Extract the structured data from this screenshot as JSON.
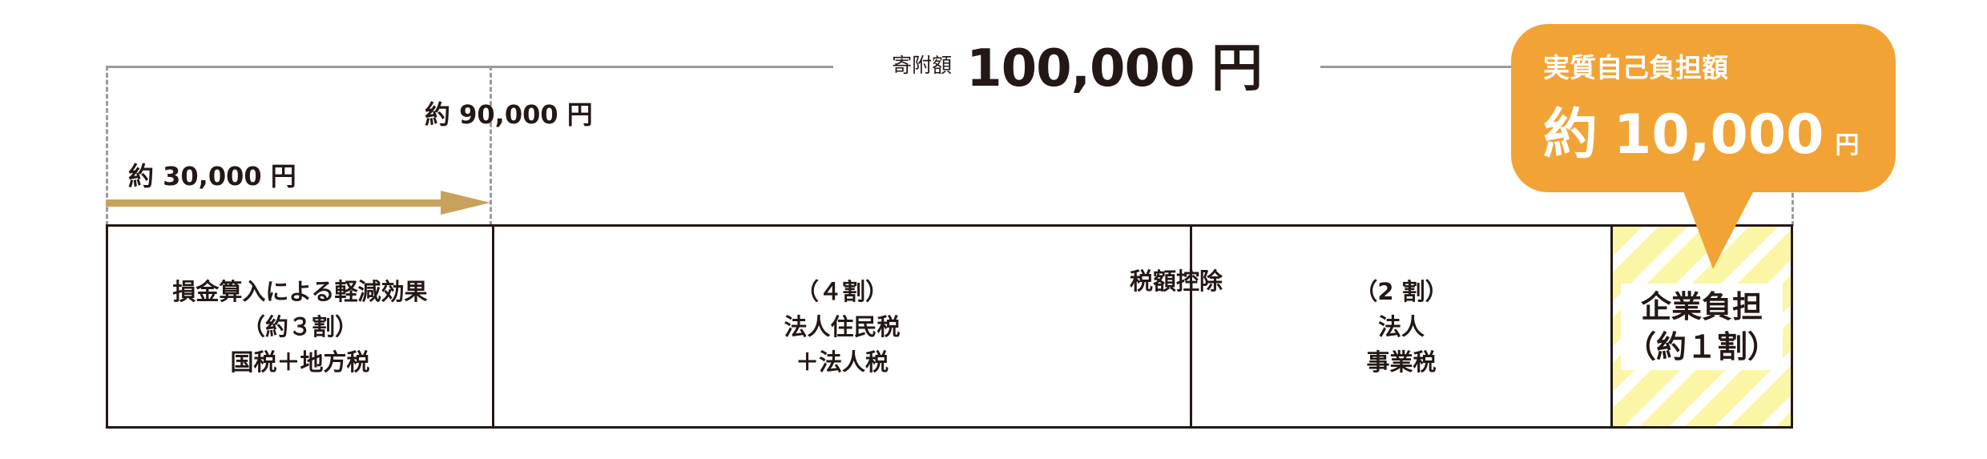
{
  "total": {
    "prefix": "寄附額",
    "amount": "100,000 円"
  },
  "markers": {
    "ninety_k": "約 90,000 円",
    "thirty_k": "約 30,000 円"
  },
  "deduction_label": "税額控除",
  "segments": {
    "corp_tax": {
      "lines": [
        "損金算入による軽減効果",
        "（約３割）",
        "国税＋地方税"
      ]
    },
    "resident_tax": {
      "lines": [
        "（４割）",
        "法人住民税",
        "＋法人税"
      ]
    },
    "business_tax": {
      "lines": [
        "（2 割）",
        "法人",
        "事業税"
      ]
    },
    "company_burden": {
      "lines": [
        "企業負担",
        "（約１割）"
      ]
    }
  },
  "callout": {
    "title": "実質自己負担額",
    "prefix": "約",
    "amount": "10,000",
    "unit": "円"
  },
  "colors": {
    "arrow": "#c8a25c",
    "callout": "#f2a335",
    "stripe": "#fbf6a6",
    "line": "#9a9a9a",
    "text": "#231815"
  }
}
